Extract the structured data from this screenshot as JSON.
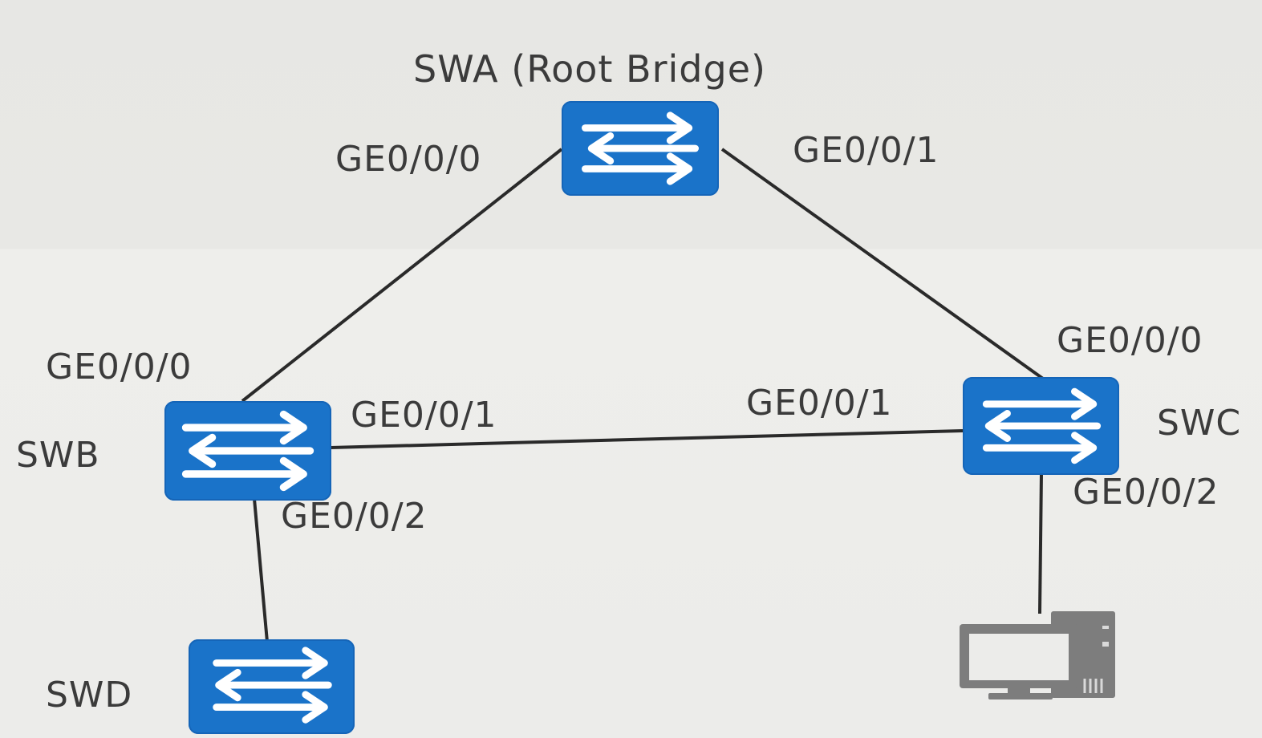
{
  "diagram": {
    "nodes": {
      "swa": {
        "label": "SWA (Root Bridge)",
        "icon": "switch-icon"
      },
      "swb": {
        "label": "SWB",
        "icon": "switch-icon"
      },
      "swc": {
        "label": "SWC",
        "icon": "switch-icon"
      },
      "swd": {
        "label": "SWD",
        "icon": "switch-icon"
      },
      "pc": {
        "icon": "computer-icon"
      }
    },
    "ports": {
      "swa_left": "GE0/0/0",
      "swa_right": "GE0/0/1",
      "swb_up": "GE0/0/0",
      "swb_right": "GE0/0/1",
      "swb_down": "GE0/0/2",
      "swc_up": "GE0/0/0",
      "swc_left": "GE0/0/1",
      "swc_down": "GE0/0/2"
    },
    "links": [
      {
        "from": "SWA GE0/0/0",
        "to": "SWB GE0/0/0"
      },
      {
        "from": "SWA GE0/0/1",
        "to": "SWC GE0/0/0"
      },
      {
        "from": "SWB GE0/0/1",
        "to": "SWC GE0/0/1"
      },
      {
        "from": "SWB GE0/0/2",
        "to": "SWD"
      },
      {
        "from": "SWC GE0/0/2",
        "to": "PC"
      }
    ],
    "colors": {
      "switch": "#1a73c9",
      "link": "#2a2a2a",
      "text": "#3b3b3b",
      "pc": "#7d7d7d"
    }
  }
}
